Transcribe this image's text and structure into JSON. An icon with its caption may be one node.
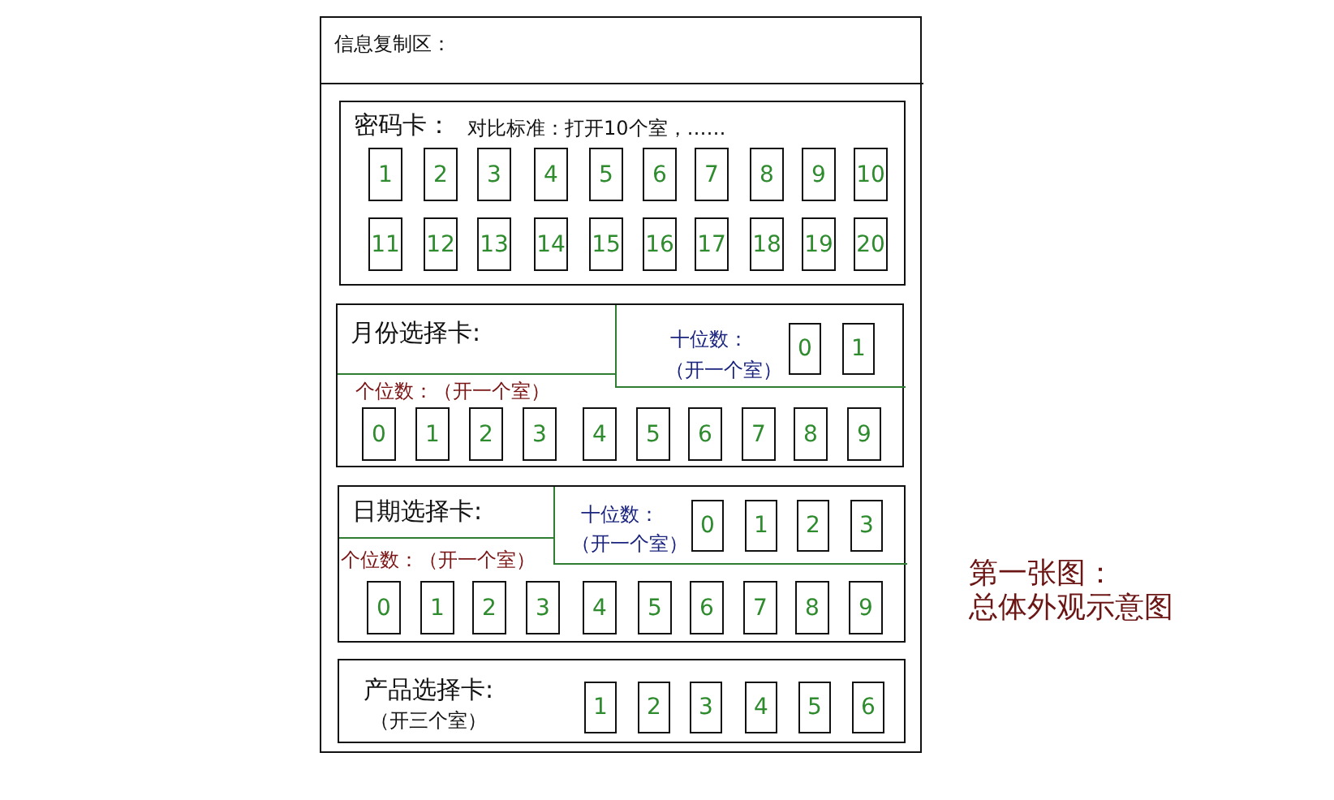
{
  "diagram": {
    "title": "第一张图：",
    "caption": "总体外观示意图",
    "nodes": [
      {
        "text": [],
        "shape": "box"
      },
      {
        "text": [
          "信息复制区："
        ],
        "in": 0
      },
      {
        "text": [
          "密码卡：",
          "对比标准：打开10个室，……"
        ],
        "in": 0
      },
      {
        "text": [
          "1"
        ],
        "in": 2
      },
      {
        "text": [
          "2"
        ],
        "in": 2
      },
      {
        "text": [
          "3"
        ],
        "in": 2
      },
      {
        "text": [
          "4"
        ],
        "in": 2
      },
      {
        "text": [
          "5"
        ],
        "in": 2
      },
      {
        "text": [
          "6"
        ],
        "in": 2
      },
      {
        "text": [
          "7"
        ],
        "in": 2
      },
      {
        "text": [
          "8"
        ],
        "in": 2
      },
      {
        "text": [
          "9"
        ],
        "in": 2
      },
      {
        "text": [
          "10"
        ],
        "in": 2
      },
      {
        "text": [
          "11"
        ],
        "in": 2
      },
      {
        "text": [
          "12"
        ],
        "in": 2
      },
      {
        "text": [
          "13"
        ],
        "in": 2
      },
      {
        "text": [
          "14"
        ],
        "in": 2
      },
      {
        "text": [
          "15"
        ],
        "in": 2
      },
      {
        "text": [
          "16"
        ],
        "in": 2
      },
      {
        "text": [
          "17"
        ],
        "in": 2
      },
      {
        "text": [
          "18"
        ],
        "in": 2
      },
      {
        "text": [
          "19"
        ],
        "in": 2
      },
      {
        "text": [
          "20"
        ],
        "in": 2
      },
      {
        "text": [
          "月份选择卡:",
          "个位数：（开一个室）"
        ],
        "in": 0
      },
      {
        "text": [
          "十位数：",
          "（开一个室）"
        ],
        "in": 23
      },
      {
        "text": [
          "0"
        ],
        "in": 24
      },
      {
        "text": [
          "1"
        ],
        "in": 24
      },
      {
        "text": [
          "0"
        ],
        "in": 23
      },
      {
        "text": [
          "1"
        ],
        "in": 23
      },
      {
        "text": [
          "2"
        ],
        "in": 23
      },
      {
        "text": [
          "3"
        ],
        "in": 23
      },
      {
        "text": [
          "4"
        ],
        "in": 23
      },
      {
        "text": [
          "5"
        ],
        "in": 23
      },
      {
        "text": [
          "6"
        ],
        "in": 23
      },
      {
        "text": [
          "7"
        ],
        "in": 23
      },
      {
        "text": [
          "8"
        ],
        "in": 23
      },
      {
        "text": [
          "9"
        ],
        "in": 23
      },
      {
        "text": [
          "日期选择卡:",
          "个位数：（开一个室）"
        ],
        "in": 0
      },
      {
        "text": [
          "十位数：",
          "（开一个室）"
        ],
        "in": 37
      },
      {
        "text": [
          "0"
        ],
        "in": 38
      },
      {
        "text": [
          "1"
        ],
        "in": 38
      },
      {
        "text": [
          "2"
        ],
        "in": 38
      },
      {
        "text": [
          "3"
        ],
        "in": 38
      },
      {
        "text": [
          "0"
        ],
        "in": 37
      },
      {
        "text": [
          "1"
        ],
        "in": 37
      },
      {
        "text": [
          "2"
        ],
        "in": 37
      },
      {
        "text": [
          "3"
        ],
        "in": 37
      },
      {
        "text": [
          "4"
        ],
        "in": 37
      },
      {
        "text": [
          "5"
        ],
        "in": 37
      },
      {
        "text": [
          "6"
        ],
        "in": 37
      },
      {
        "text": [
          "7"
        ],
        "in": 37
      },
      {
        "text": [
          "8"
        ],
        "in": 37
      },
      {
        "text": [
          "9"
        ],
        "in": 37
      },
      {
        "text": [
          "产品选择卡:",
          "（开三个室）"
        ],
        "in": 0
      },
      {
        "text": [
          "1"
        ],
        "in": 53
      },
      {
        "text": [
          "2"
        ],
        "in": 53
      },
      {
        "text": [
          "3"
        ],
        "in": 53
      },
      {
        "text": [
          "4"
        ],
        "in": 53
      },
      {
        "text": [
          "5"
        ],
        "in": 53
      },
      {
        "text": [
          "6"
        ],
        "in": 53
      }
    ]
  }
}
